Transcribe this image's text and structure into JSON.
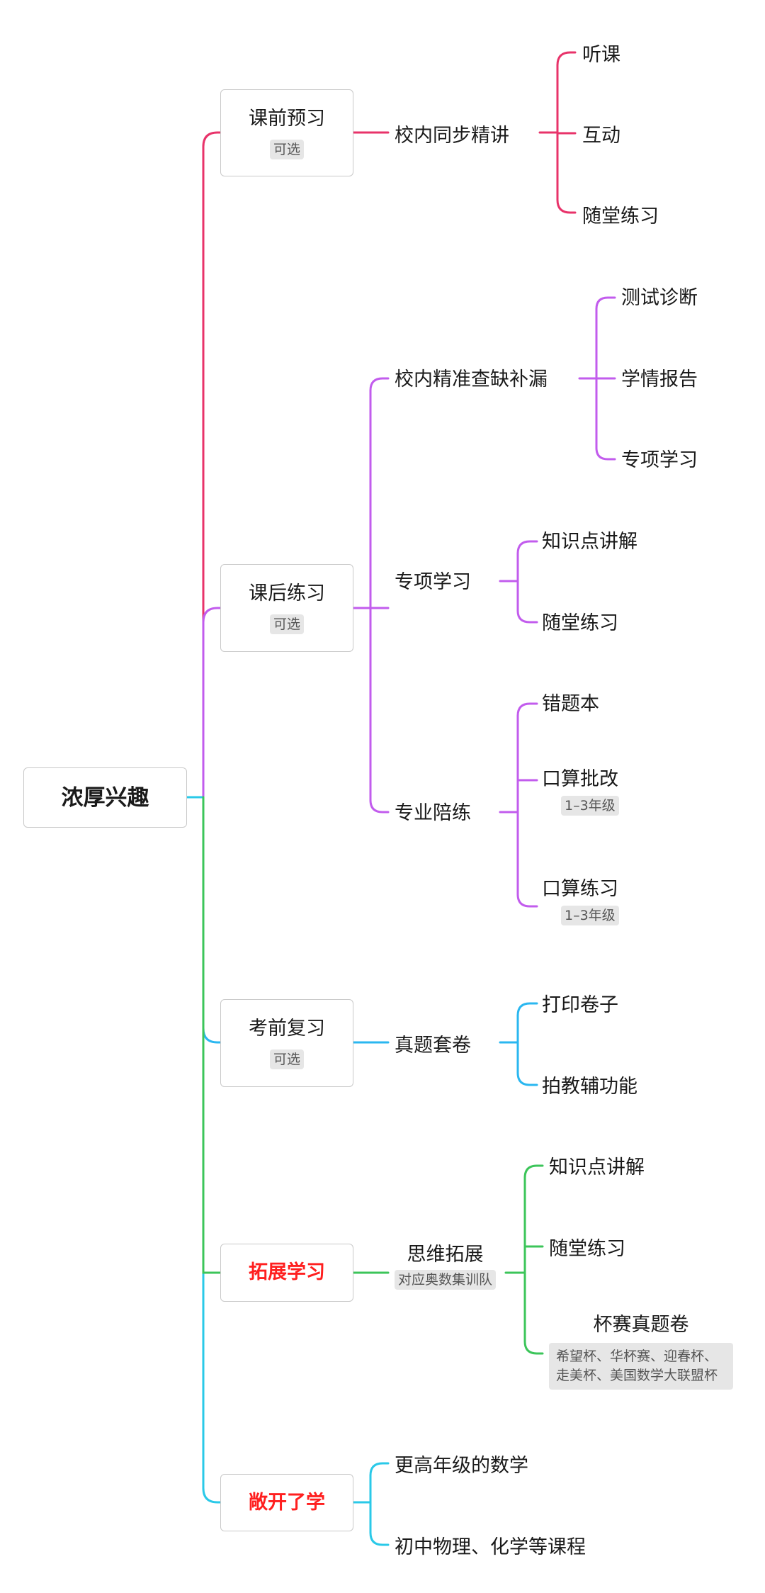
{
  "root": {
    "label": "浓厚兴趣"
  },
  "tag_optional": "可选",
  "branches": {
    "preview": {
      "label": "课前预习",
      "sub": "校内同步精讲",
      "leaves": [
        "听课",
        "互动",
        "随堂练习"
      ]
    },
    "practice": {
      "label": "课后练习",
      "sub1": {
        "label": "校内精准查缺补漏",
        "leaves": [
          "测试诊断",
          "学情报告",
          "专项学习"
        ]
      },
      "sub2": {
        "label": "专项学习",
        "leaves": [
          "知识点讲解",
          "随堂练习"
        ]
      },
      "sub3": {
        "label": "专业陪练",
        "leaves": [
          "错题本",
          "口算批改",
          "口算练习"
        ],
        "grade_tag": "1–3年级"
      }
    },
    "review": {
      "label": "考前复习",
      "sub": "真题套卷",
      "leaves": [
        "打印卷子",
        "拍教辅功能"
      ]
    },
    "extend": {
      "label": "拓展学习",
      "sub": "思维拓展",
      "sub_tag": "对应奥数集训队",
      "leaves": [
        "知识点讲解",
        "随堂练习",
        "杯赛真题卷"
      ],
      "cup_tag": "希望杯、华杯赛、迎春杯、走美杯、美国数学大联盟杯"
    },
    "open": {
      "label": "敞开了学",
      "leaves": [
        "更高年级的数学",
        "初中物理、化学等课程"
      ]
    }
  },
  "colors": {
    "preview": "#e8336a",
    "practice": "#c25ced",
    "review": "#2ab7f0",
    "extend": "#3cc55a",
    "open": "#2ac9e8",
    "emphasis": "#ff1f1f"
  }
}
